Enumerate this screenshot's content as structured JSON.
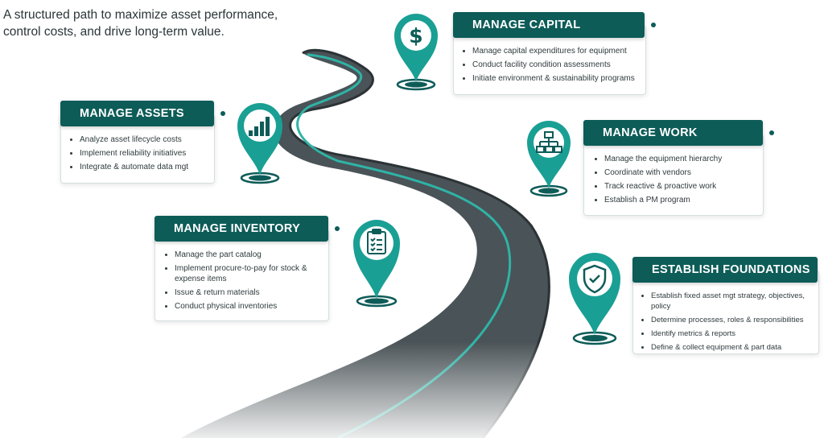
{
  "subtitle": "A structured path to maximize asset performance, control costs, and drive long-term value.",
  "colors": {
    "teal": "#0d5c58",
    "pin": "#1a9f94",
    "road": "#4a5357",
    "stripe": "#2fb3a6"
  },
  "stages": {
    "capital": {
      "title": "MANAGE CAPITAL",
      "icon": "dollar-icon",
      "items": [
        "Manage capital expenditures for equipment",
        "Conduct facility condition assessments",
        "Initiate environment & sustainability programs"
      ]
    },
    "assets": {
      "title": "MANAGE ASSETS",
      "icon": "bar-chart-icon",
      "items": [
        "Analyze asset lifecycle costs",
        "Implement reliability initiatives",
        "Integrate & automate data mgt"
      ]
    },
    "work": {
      "title": "MANAGE WORK",
      "icon": "hierarchy-icon",
      "items": [
        "Manage the equipment hierarchy",
        "Coordinate with vendors",
        "Track reactive & proactive work",
        "Establish a PM program"
      ]
    },
    "inventory": {
      "title": "MANAGE INVENTORY",
      "icon": "clipboard-icon",
      "items": [
        "Manage the part catalog",
        "Implement procure-to-pay for stock & expense items",
        "Issue & return materials",
        "Conduct physical inventories"
      ]
    },
    "foundations": {
      "title": "ESTABLISH FOUNDATIONS",
      "icon": "shield-check-icon",
      "items": [
        "Establish fixed asset mgt strategy, objectives, policy",
        "Determine processes, roles & responsibilities",
        "Identify metrics & reports",
        "Define & collect equipment & part data"
      ]
    }
  }
}
